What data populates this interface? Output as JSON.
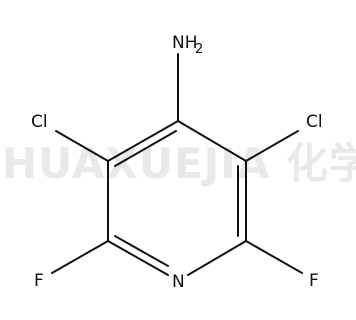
{
  "watermark": "HUAXUEJIA 化学加",
  "atoms": {
    "nh2_main": "NH",
    "nh2_sub": "2",
    "cl_left": "Cl",
    "cl_right": "Cl",
    "f_left": "F",
    "f_right": "F",
    "n_ring": "N"
  }
}
